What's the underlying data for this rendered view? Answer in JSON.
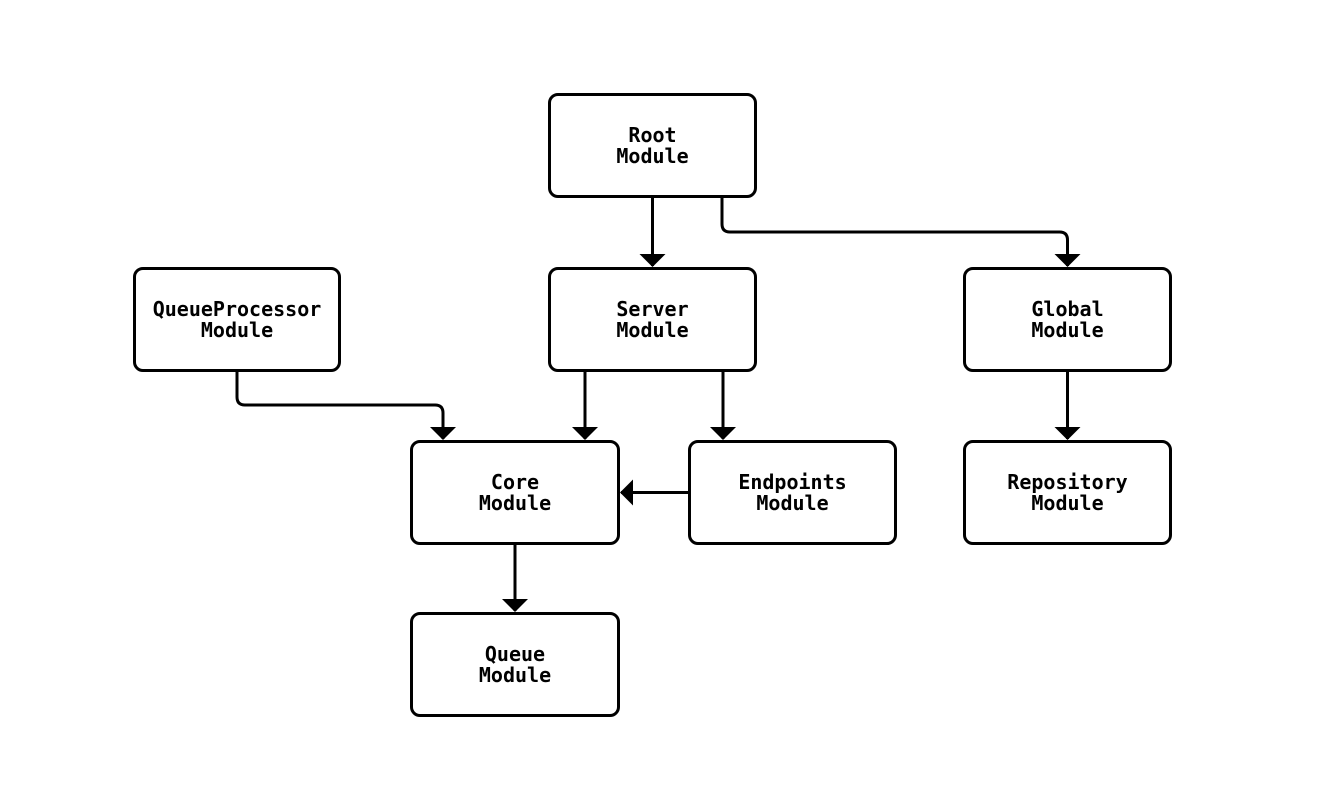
{
  "diagram": {
    "type": "module-dependency-flowchart",
    "nodes": [
      {
        "id": "root",
        "label": "Root\nModule"
      },
      {
        "id": "queueprocessor",
        "label": "QueueProcessor\nModule"
      },
      {
        "id": "server",
        "label": "Server\nModule"
      },
      {
        "id": "global",
        "label": "Global\nModule"
      },
      {
        "id": "core",
        "label": "Core\nModule"
      },
      {
        "id": "endpoints",
        "label": "Endpoints\nModule"
      },
      {
        "id": "repository",
        "label": "Repository\nModule"
      },
      {
        "id": "queue",
        "label": "Queue\nModule"
      }
    ],
    "edges": [
      {
        "from": "root",
        "to": "server"
      },
      {
        "from": "root",
        "to": "global"
      },
      {
        "from": "queueprocessor",
        "to": "core"
      },
      {
        "from": "server",
        "to": "core"
      },
      {
        "from": "server",
        "to": "endpoints"
      },
      {
        "from": "endpoints",
        "to": "core"
      },
      {
        "from": "global",
        "to": "repository"
      },
      {
        "from": "core",
        "to": "queue"
      }
    ],
    "colors": {
      "stroke": "#000000",
      "node_fill": "#ffffff",
      "background": "#ffffff",
      "text": "#000000"
    }
  }
}
